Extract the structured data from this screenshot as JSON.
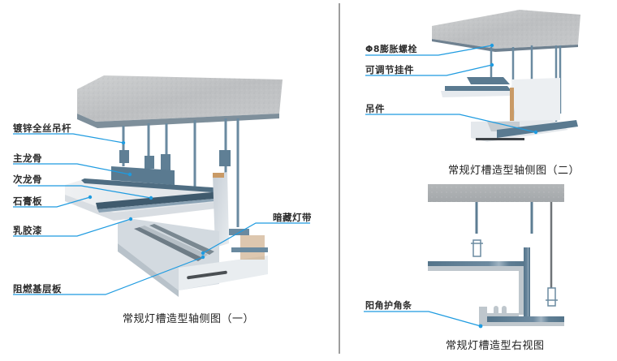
{
  "figure_left": {
    "caption": "常规灯槽造型轴侧图（一）",
    "labels": [
      {
        "id": "galvanized-rod",
        "text": "镀锌全丝吊杆"
      },
      {
        "id": "main-keel",
        "text": "主龙骨"
      },
      {
        "id": "secondary-keel",
        "text": "次龙骨"
      },
      {
        "id": "gypsum-board",
        "text": "石膏板"
      },
      {
        "id": "latex-paint",
        "text": "乳胶漆"
      },
      {
        "id": "fire-retardant-board",
        "text": "阻燃基层板"
      },
      {
        "id": "hidden-light-strip",
        "text": "暗藏灯带"
      }
    ]
  },
  "figure_top_right": {
    "caption": "常规灯槽造型轴侧图（二）",
    "labels": [
      {
        "id": "expansion-bolt",
        "text": "Φ8膨胀螺栓"
      },
      {
        "id": "adjustable-hanger",
        "text": "可调节挂件"
      },
      {
        "id": "hanger",
        "text": "吊件"
      }
    ]
  },
  "figure_bottom_right": {
    "caption": "常规灯槽造型右视图",
    "labels": [
      {
        "id": "corner-protector",
        "text": "阳角护角条"
      }
    ]
  },
  "colors": {
    "leader_line": "#1e9be0",
    "concrete": "#b9bcbe",
    "steel": "#5d7d93",
    "board": "#e9ecef",
    "divider": "#9e9e9e"
  }
}
